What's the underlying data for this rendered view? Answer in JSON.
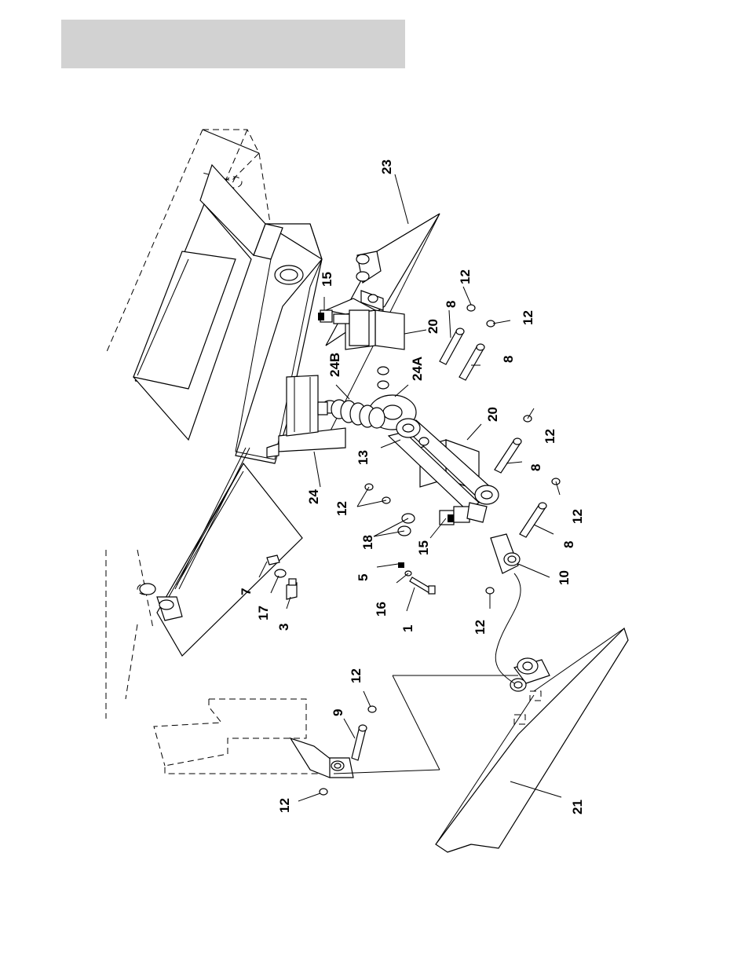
{
  "header": {
    "title": ""
  },
  "diagram": {
    "callouts": [
      "23",
      "15",
      "20",
      "24B",
      "24A",
      "12",
      "8",
      "12",
      "8",
      "20",
      "12",
      "8",
      "13",
      "24",
      "12",
      "18",
      "15",
      "12",
      "8",
      "5",
      "16",
      "1",
      "10",
      "7",
      "17",
      "3",
      "12",
      "12",
      "9",
      "12",
      "21"
    ]
  }
}
